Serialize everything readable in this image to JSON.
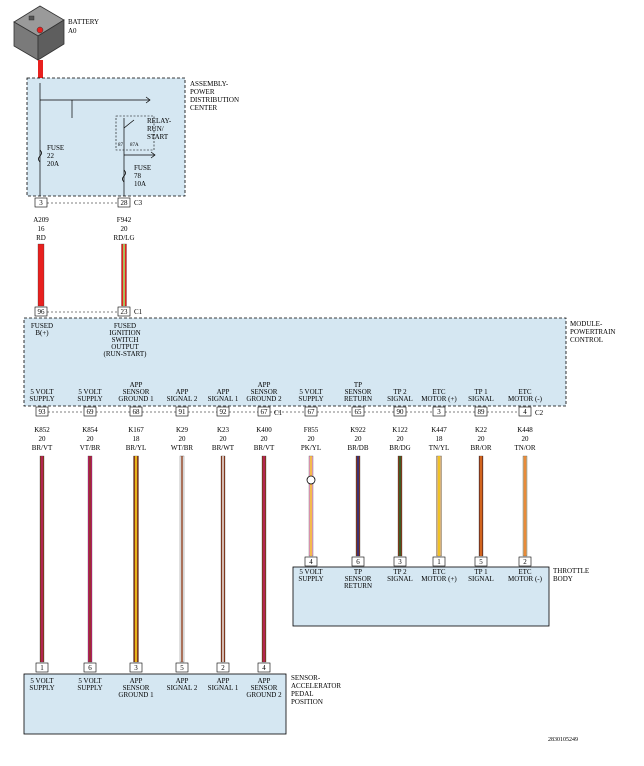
{
  "battery": {
    "name": "BATTERY",
    "code": "A0"
  },
  "pdc": {
    "title": [
      "ASSEMBLY-",
      "POWER",
      "DISTRIBUTION",
      "CENTER"
    ],
    "relay": [
      "RELAY-",
      "RUN/",
      "START"
    ],
    "relay_pins": [
      "87",
      "87A"
    ],
    "fuse22": [
      "FUSE",
      "22",
      "20A"
    ],
    "fuse78": [
      "FUSE",
      "78",
      "10A"
    ],
    "pin_a": "3",
    "pin_b": "28",
    "connector": "C3"
  },
  "upper_wires": [
    {
      "circuit": "A209",
      "gauge": "16",
      "color": "RD"
    },
    {
      "circuit": "F942",
      "gauge": "20",
      "color": "RD/LG"
    }
  ],
  "pcm": {
    "title": [
      "MODULE-",
      "POWERTRAIN",
      "CONTROL"
    ],
    "top_pins": [
      "96",
      "23"
    ],
    "top_connector": "C1",
    "top_labels": [
      [
        "FUSED",
        "B(+)"
      ],
      [
        "FUSED",
        "IGNITION",
        "SWITCH",
        "OUTPUT",
        "(RUN-START)"
      ]
    ],
    "bottom_labels": [
      [
        "5 VOLT",
        "SUPPLY"
      ],
      [
        "5 VOLT",
        "SUPPLY"
      ],
      [
        "APP",
        "SENSOR",
        "GROUND 1"
      ],
      [
        "APP",
        "SIGNAL 2"
      ],
      [
        "APP",
        "SIGNAL 1"
      ],
      [
        "APP",
        "SENSOR",
        "GROUND 2"
      ],
      [
        "5 VOLT",
        "SUPPLY"
      ],
      [
        "TP",
        "SENSOR",
        "RETURN"
      ],
      [
        "TP 2",
        "SIGNAL"
      ],
      [
        "ETC",
        "MOTOR (+)"
      ],
      [
        "TP 1",
        "SIGNAL"
      ],
      [
        "ETC",
        "MOTOR (-)"
      ]
    ],
    "bottom_pins": [
      "93",
      "69",
      "68",
      "91",
      "92",
      "67",
      "67",
      "65",
      "90",
      "3",
      "89",
      "4"
    ],
    "bottom_connector_left": "C1",
    "bottom_connector_right": "C2"
  },
  "lower_wires": [
    {
      "circuit": "K852",
      "gauge": "20",
      "color": "BR/VT"
    },
    {
      "circuit": "K854",
      "gauge": "20",
      "color": "VT/BR"
    },
    {
      "circuit": "K167",
      "gauge": "18",
      "color": "BR/YL"
    },
    {
      "circuit": "K29",
      "gauge": "20",
      "color": "WT/BR"
    },
    {
      "circuit": "K23",
      "gauge": "20",
      "color": "BR/WT"
    },
    {
      "circuit": "K400",
      "gauge": "20",
      "color": "BR/VT"
    },
    {
      "circuit": "F855",
      "gauge": "20",
      "color": "PK/YL"
    },
    {
      "circuit": "K922",
      "gauge": "20",
      "color": "BR/DB"
    },
    {
      "circuit": "K122",
      "gauge": "20",
      "color": "BR/DG"
    },
    {
      "circuit": "K447",
      "gauge": "18",
      "color": "TN/YL"
    },
    {
      "circuit": "K22",
      "gauge": "20",
      "color": "BR/OR"
    },
    {
      "circuit": "K448",
      "gauge": "20",
      "color": "TN/OR"
    }
  ],
  "throttle": {
    "title": [
      "THROTTLE",
      "BODY"
    ],
    "pins": [
      "4",
      "6",
      "3",
      "1",
      "5",
      "2"
    ],
    "labels": [
      [
        "5 VOLT",
        "SUPPLY"
      ],
      [
        "TP",
        "SENSOR",
        "RETURN"
      ],
      [
        "TP 2",
        "SIGNAL"
      ],
      [
        "ETC",
        "MOTOR (+)"
      ],
      [
        "TP 1",
        "SIGNAL"
      ],
      [
        "ETC",
        "MOTOR (-)"
      ]
    ]
  },
  "app_sensor": {
    "title": [
      "SENSOR-",
      "ACCELERATOR",
      "PEDAL",
      "POSITION"
    ],
    "pins": [
      "1",
      "6",
      "3",
      "5",
      "2",
      "4"
    ],
    "labels": [
      [
        "5 VOLT",
        "SUPPLY"
      ],
      [
        "5 VOLT",
        "SUPPLY"
      ],
      [
        "APP",
        "SENSOR",
        "GROUND 1"
      ],
      [
        "APP",
        "SIGNAL 2"
      ],
      [
        "APP",
        "SIGNAL 1"
      ],
      [
        "APP",
        "SENSOR",
        "GROUND 2"
      ]
    ]
  },
  "figure_id": "2830105249",
  "colors": {
    "box_fill": "#d5e7f2",
    "RD": "#e8201e",
    "LG": "#9fd26a",
    "BR": "#8a3a1a",
    "VT": "#c21d6b",
    "YL": "#f4c51a",
    "WT": "#f2f2f2",
    "PK": "#f2a2c2",
    "DB": "#1e2f9a",
    "DG": "#1f6b2a",
    "TN": "#d8b27a",
    "OR": "#f07820"
  }
}
